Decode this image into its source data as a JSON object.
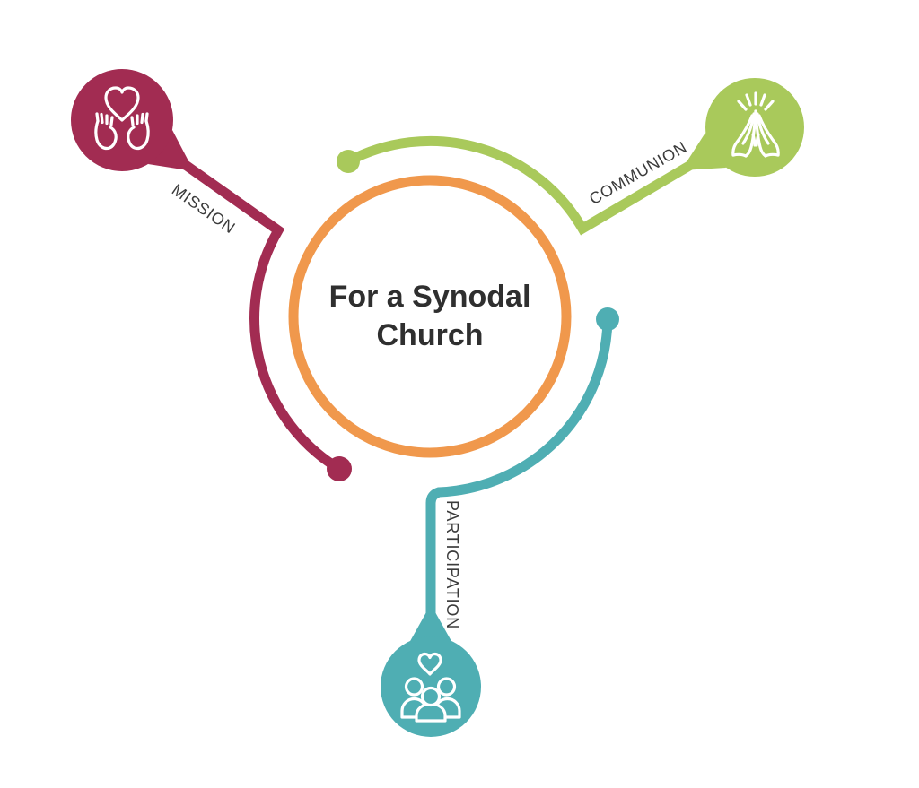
{
  "diagram": {
    "center": {
      "title_line1": "For a Synodal",
      "title_line2": "Church"
    },
    "nodes": [
      {
        "id": "mission",
        "label": "MISSION",
        "color": "#A22C52",
        "icon": "hands-holding-heart-icon"
      },
      {
        "id": "communion",
        "label": "COMMUNION",
        "color": "#A9C95B",
        "icon": "praying-hands-icon"
      },
      {
        "id": "participation",
        "label": "PARTICIPATION",
        "color": "#4FAEB3",
        "icon": "people-with-heart-icon"
      }
    ],
    "colors": {
      "center_ring": "#F0984C",
      "label_text": "#3B3B3B",
      "title_text": "#2F2F2F",
      "background": "#FFFFFF"
    }
  }
}
